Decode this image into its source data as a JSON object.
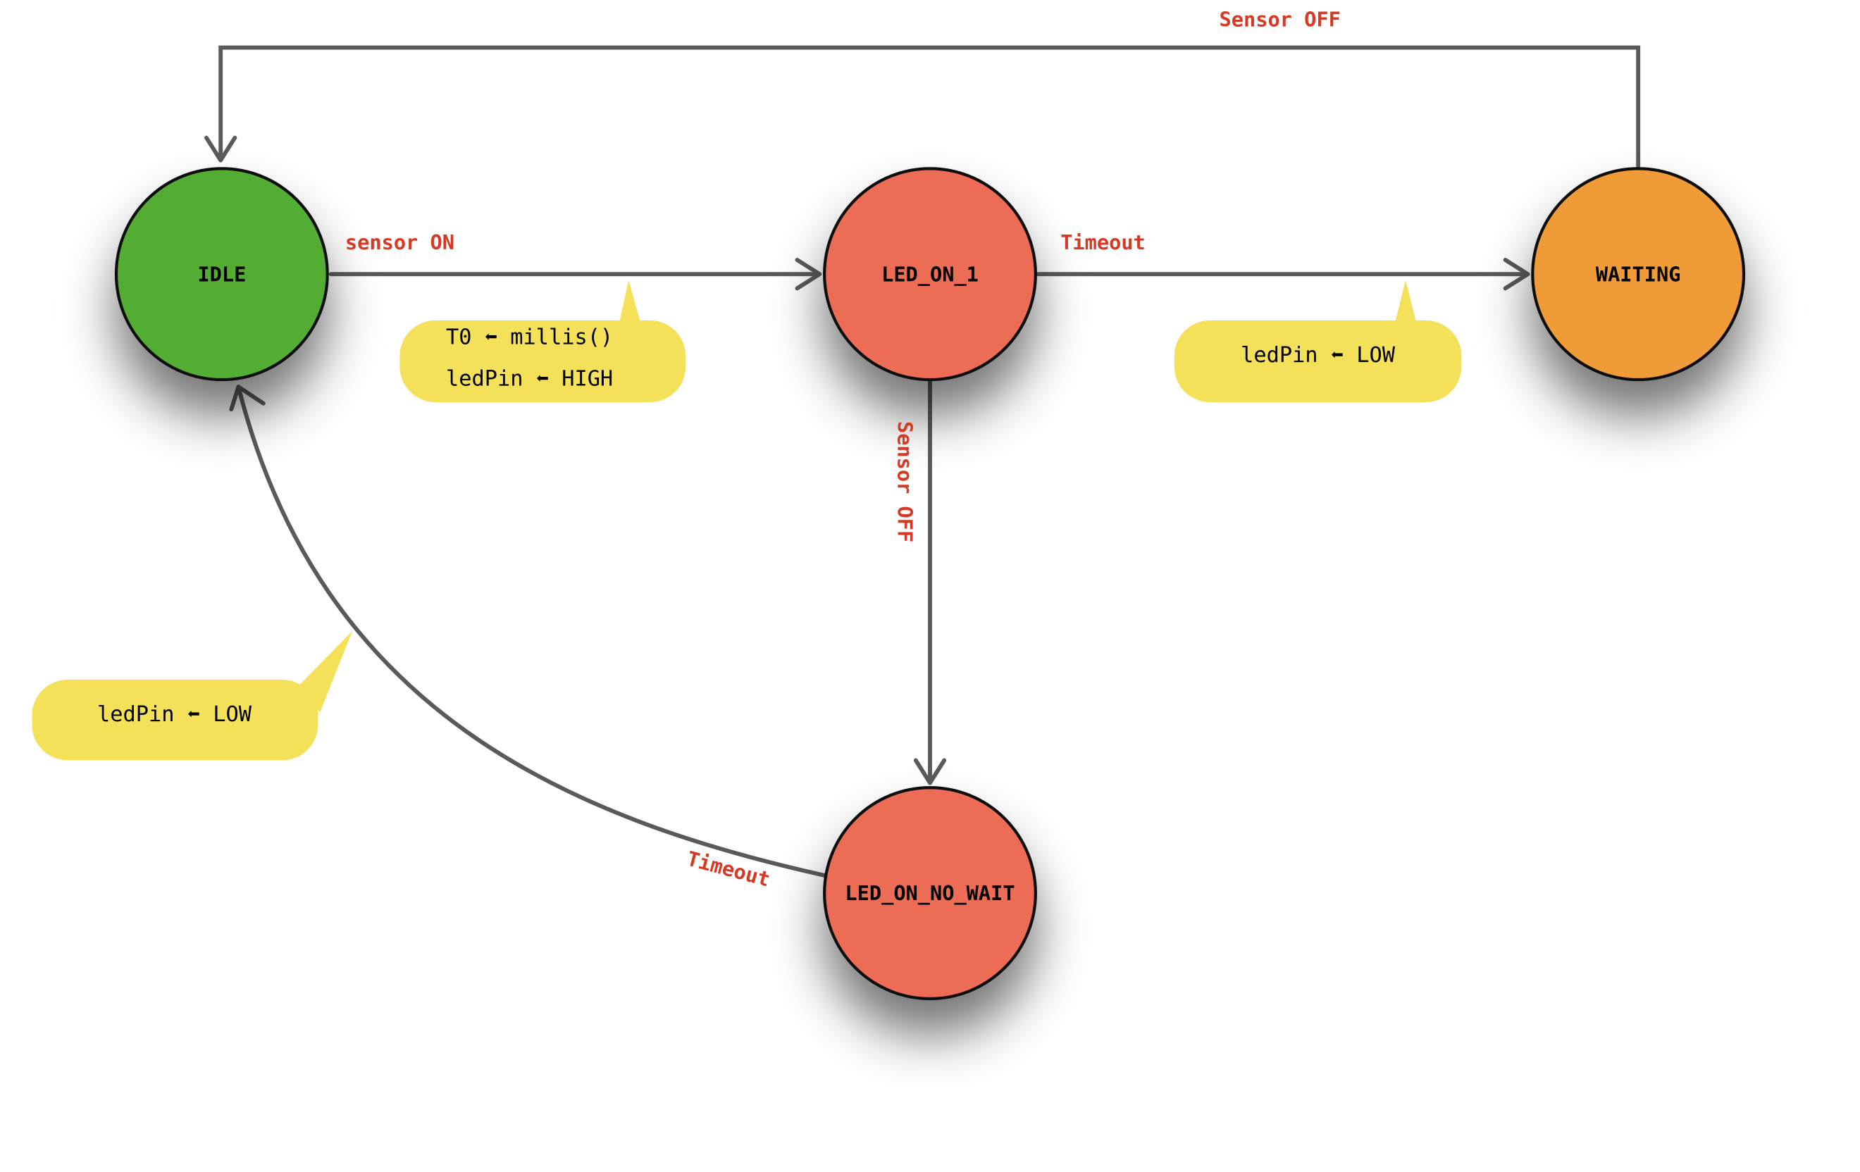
{
  "colors": {
    "idle": "#53ad33",
    "led_on": "#ec6c57",
    "waiting": "#ef9c38",
    "note": "#f5e05a",
    "edge_label": "#d63a24",
    "edge": "#5a5a5a"
  },
  "states": {
    "idle": "IDLE",
    "led_on_1": "LED_ON_1",
    "waiting": "WAITING",
    "led_on_no_wait": "LED_ON_NO_WAIT"
  },
  "transitions": {
    "idle_to_led_on_1": "sensor ON",
    "led_on_1_to_waiting": "Timeout",
    "waiting_to_idle": "Sensor OFF",
    "led_on_1_to_no_wait": "Sensor OFF",
    "no_wait_to_idle": "Timeout"
  },
  "notes": {
    "sensor_on_actions": [
      "T0 ⬅ millis()",
      "ledPin ⬅ HIGH"
    ],
    "timeout_action": "ledPin ⬅ LOW",
    "no_wait_timeout_action": "ledPin ⬅ LOW"
  }
}
